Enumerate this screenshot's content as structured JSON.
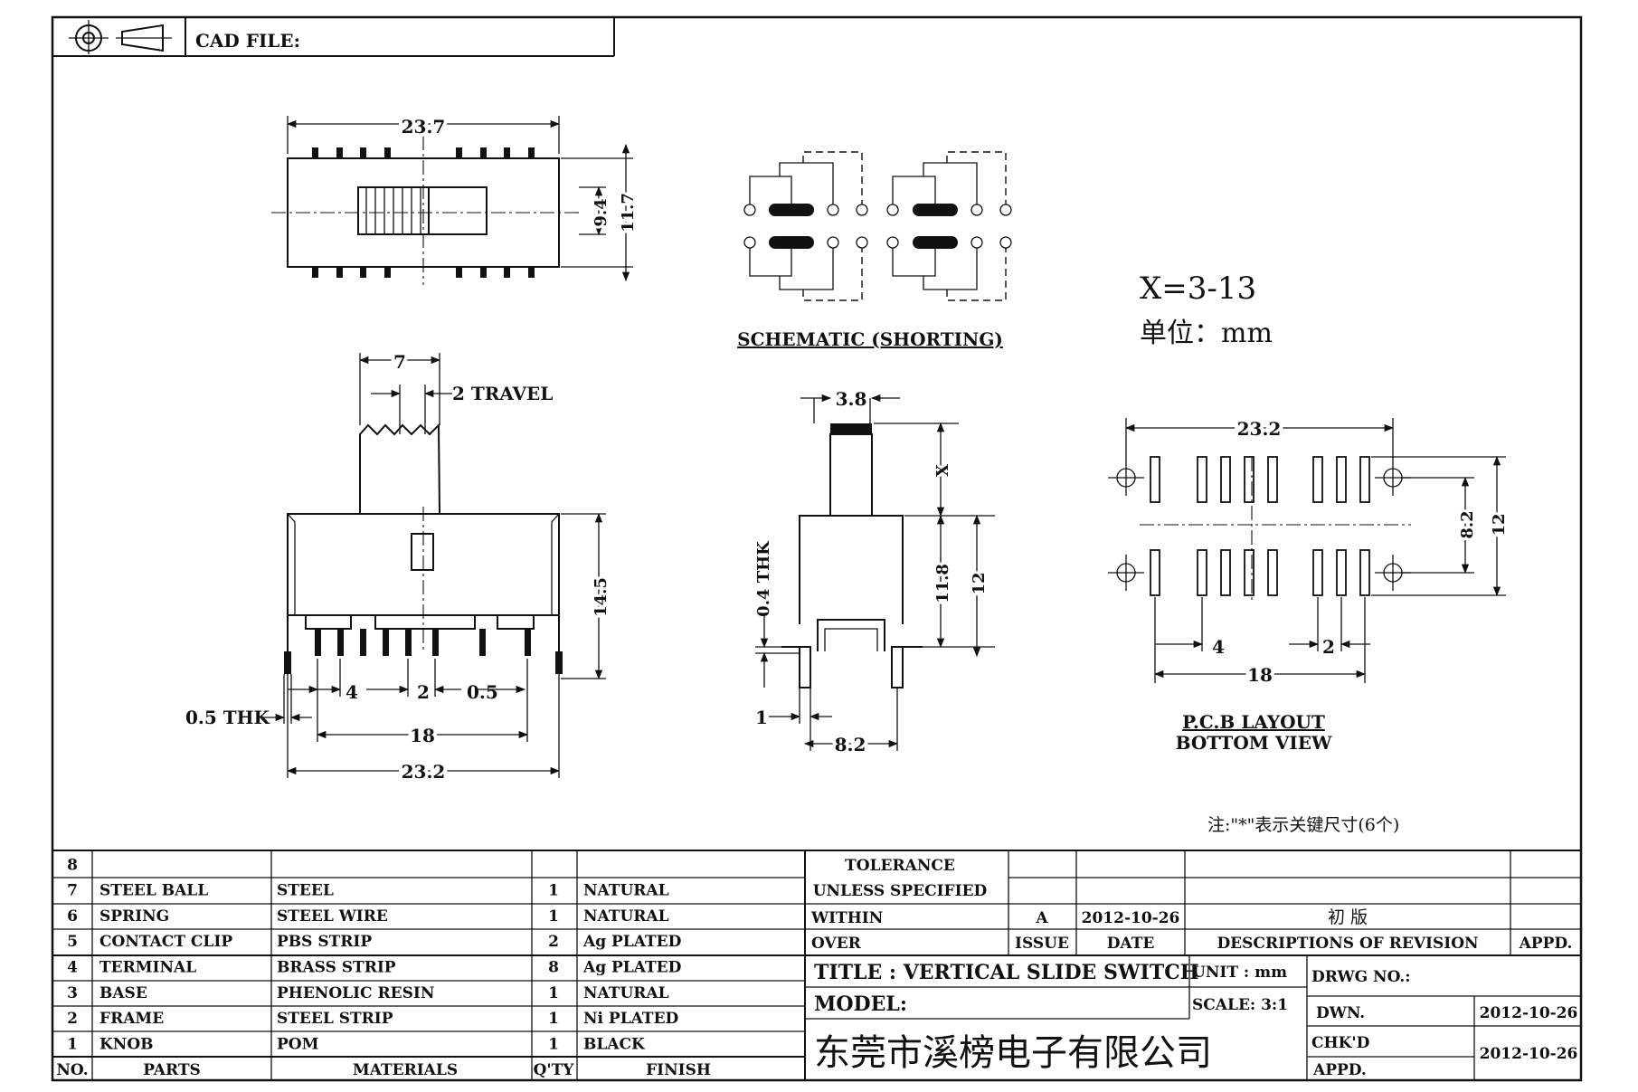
{
  "header": {
    "cad_file_label": "CAD FILE:"
  },
  "dims": {
    "top_width": "23.7",
    "top_h1": "9.4",
    "top_h2": "11.7",
    "front_knob": "7",
    "front_travel": "2 TRAVEL",
    "front_height": "14.5",
    "front_p4": "4",
    "front_p2": "2",
    "front_p05": "0.5",
    "front_thk": "0.5 THK",
    "front_18": "18",
    "front_232": "23.2",
    "side_38": "3.8",
    "side_x": "X",
    "side_118": "11.8",
    "side_12": "12",
    "side_thk": "0.4 THK",
    "side_1": "1",
    "side_82": "8.2",
    "pcb_232": "23.2",
    "pcb_82": "8.2",
    "pcb_12": "12",
    "pcb_4": "4",
    "pcb_2": "2",
    "pcb_18": "18"
  },
  "labels": {
    "schematic": "SCHEMATIC (SHORTING)",
    "x_range": "X=3-13",
    "unit_note": "单位：mm",
    "pcb_layout": "P.C.B LAYOUT",
    "bottom_view": "BOTTOM VIEW",
    "note": "注:\"*\"表示关键尺寸(6个)"
  },
  "bom": {
    "rows": [
      {
        "no": "8",
        "part": "",
        "material": "",
        "qty": "",
        "finish": ""
      },
      {
        "no": "7",
        "part": "STEEL BALL",
        "material": "STEEL",
        "qty": "1",
        "finish": "NATURAL"
      },
      {
        "no": "6",
        "part": "SPRING",
        "material": "STEEL WIRE",
        "qty": "1",
        "finish": "NATURAL"
      },
      {
        "no": "5",
        "part": "CONTACT CLIP",
        "material": "PBS STRIP",
        "qty": "2",
        "finish": "Ag PLATED"
      },
      {
        "no": "4",
        "part": "TERMINAL",
        "material": "BRASS STRIP",
        "qty": "8",
        "finish": "Ag PLATED"
      },
      {
        "no": "3",
        "part": "BASE",
        "material": "PHENOLIC RESIN",
        "qty": "1",
        "finish": "NATURAL"
      },
      {
        "no": "2",
        "part": "FRAME",
        "material": "STEEL STRIP",
        "qty": "1",
        "finish": "Ni PLATED"
      },
      {
        "no": "1",
        "part": "KNOB",
        "material": "POM",
        "qty": "1",
        "finish": "BLACK"
      }
    ],
    "headers": {
      "no": "NO.",
      "part": "PARTS",
      "material": "MATERIALS",
      "qty": "Q'TY",
      "finish": "FINISH"
    }
  },
  "tolerance": {
    "title": "TOLERANCE",
    "subtitle": "UNLESS  SPECIFIED",
    "within": "WITHIN",
    "over": "OVER"
  },
  "revision": {
    "issue_value": "A",
    "date_value": "2012-10-26",
    "desc_value": "初  版",
    "issue_label": "ISSUE",
    "date_label": "DATE",
    "desc_label": "DESCRIPTIONS OF REVISION",
    "appd_label": "APPD."
  },
  "titleblock": {
    "title": "TITLE :  VERTICAL SLIDE SWITCH",
    "model": "MODEL:",
    "unit": "UNIT :  mm",
    "scale": "SCALE:  3:1",
    "company": "东莞市溪榜电子有限公司",
    "drwg_no": "DRWG NO.:",
    "dwn": "DWN.",
    "chkd": "CHK'D",
    "appd": "APPD.",
    "dwn_date": "2012-10-26",
    "chk_date": "2012-10-26"
  },
  "colors": {
    "ink": "#111111",
    "paper": "#ffffff"
  }
}
